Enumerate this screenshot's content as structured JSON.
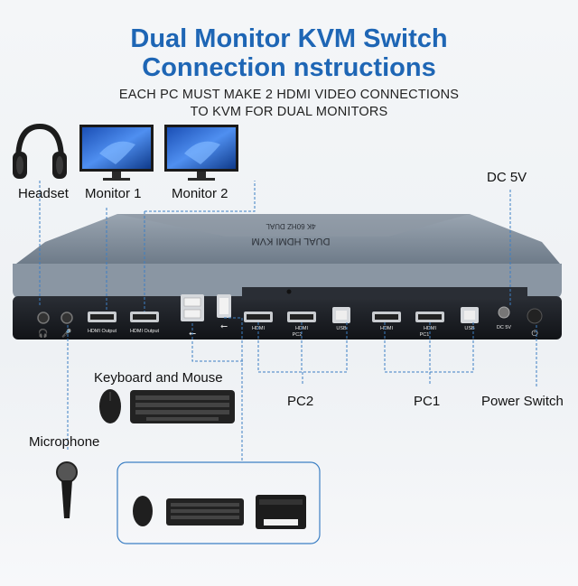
{
  "title_line1": "Dual Monitor KVM Switch",
  "title_line2": "Connection nstructions",
  "subtitle_line1": "EACH PC MUST MAKE 2 HDMI VIDEO CONNECTIONS",
  "subtitle_line2": "TO KVM FOR DUAL MONITORS",
  "labels": {
    "headset": "Headset",
    "monitor1": "Monitor 1",
    "monitor2": "Monitor 2",
    "dc5v": "DC 5V",
    "keyboard_mouse": "Keyboard and Mouse",
    "pc2": "PC2",
    "pc1": "PC1",
    "power_switch": "Power Switch",
    "microphone": "Microphone"
  },
  "device": {
    "top_text_line1": "DUAL HDMI KVM",
    "top_text_line2": "4K 60HZ DUAL",
    "port_labels": {
      "hdmi_output_1": "HDMI Output",
      "hdmi_output_2": "HDMI Output",
      "pc2_hdmi_a": "HDMI",
      "pc2_hdmi_b": "HDMI",
      "pc2_group": "PC2",
      "pc2_usb": "USB",
      "pc1_hdmi_a": "HDMI",
      "pc1_hdmi_b": "HDMI",
      "pc1_group": "PC1",
      "pc1_usb": "USB",
      "dc_port": "DC 5V"
    }
  },
  "colors": {
    "title": "#1e66b5",
    "device_body": "#7d8a99",
    "front_panel": "#1a1d22",
    "dashed_line": "#3c7fc4"
  },
  "icons": [
    "headset-icon",
    "monitor-icon",
    "mouse-icon",
    "keyboard-icon",
    "microphone-icon",
    "printer-icon",
    "usb-icon",
    "power-icon"
  ]
}
